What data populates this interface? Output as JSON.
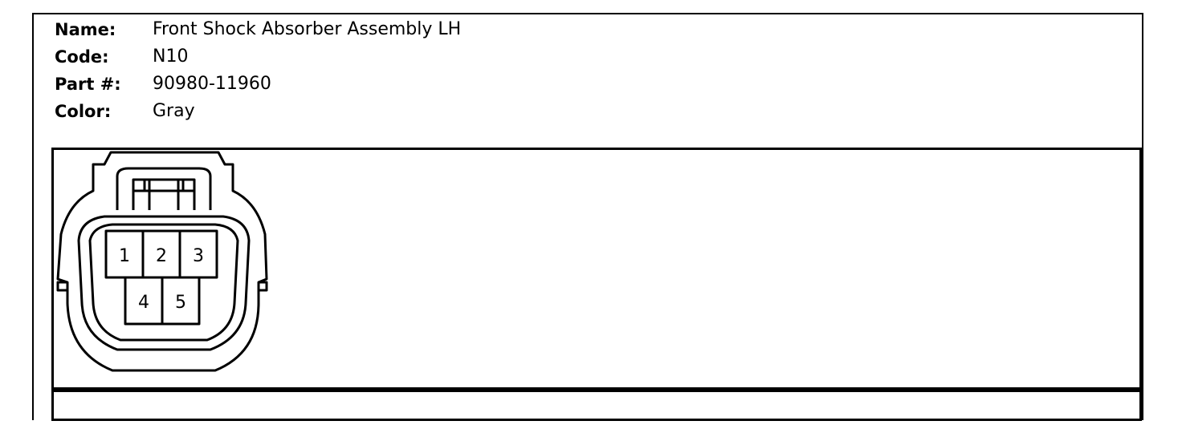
{
  "info": {
    "name_label": "Name:",
    "name_value": "Front Shock Absorber Assembly LH",
    "code_label": "Code:",
    "code_value": "N10",
    "part_label": "Part #:",
    "part_value": "90980-11960",
    "color_label": "Color:",
    "color_value": "Gray"
  },
  "connector": {
    "pins": [
      "1",
      "2",
      "3",
      "4",
      "5"
    ]
  }
}
